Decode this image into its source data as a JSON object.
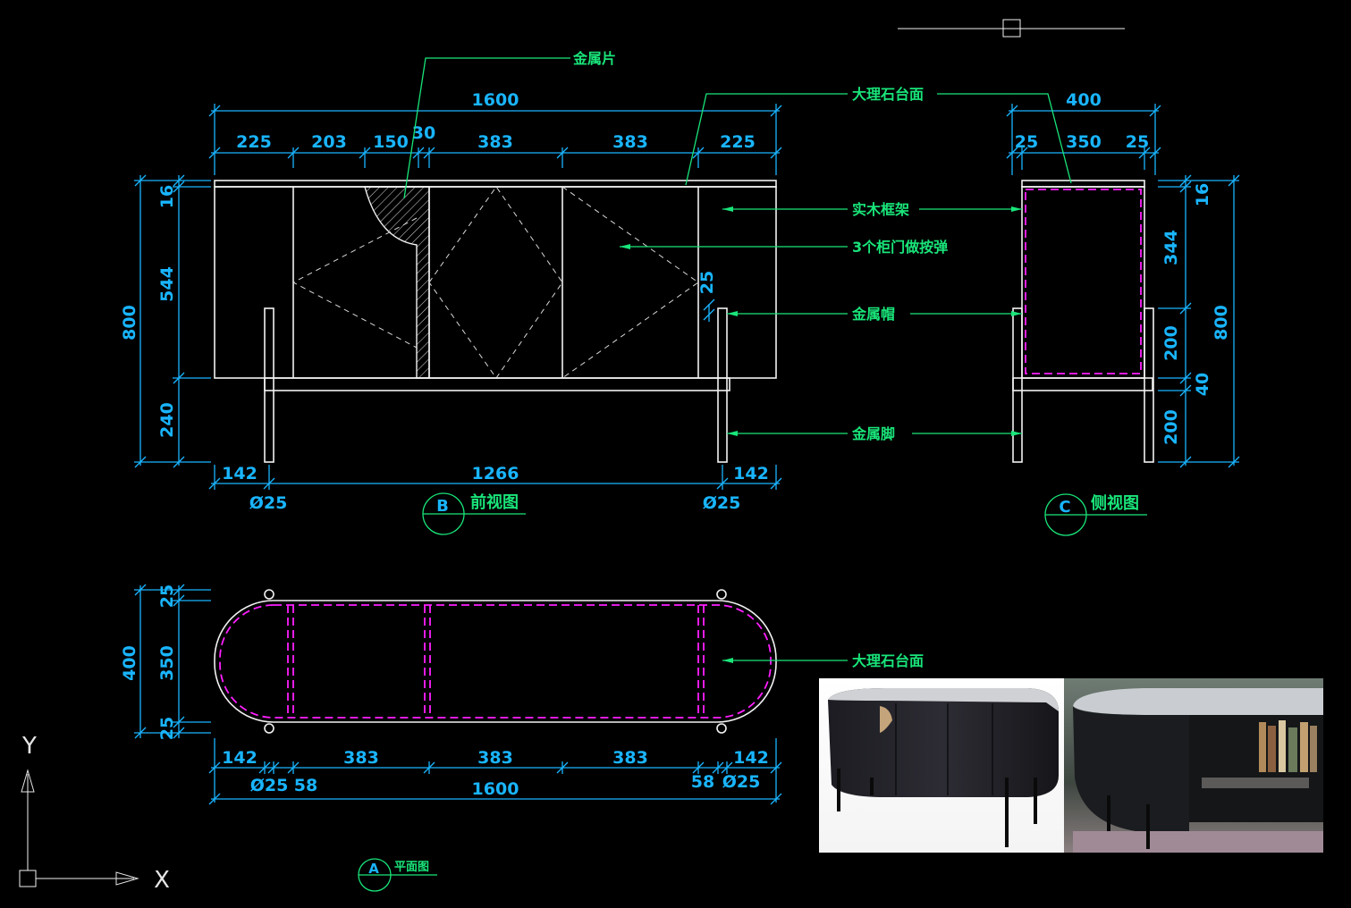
{
  "drawing": {
    "front_view": {
      "title": "前视图",
      "marker": "B",
      "top_total": "1600",
      "top_segments": [
        "225",
        "203",
        "150",
        "30",
        "383",
        "383",
        "225"
      ],
      "left_total": "800",
      "left_segments": [
        "16",
        "544",
        "240"
      ],
      "bottom_segments": [
        "142",
        "1266",
        "142"
      ],
      "leg_diameter_left": "Ø25",
      "leg_diameter_right": "Ø25",
      "inner_dim": "25"
    },
    "side_view": {
      "title": "侧视图",
      "marker": "C",
      "top_total": "400",
      "top_segments": [
        "25",
        "350",
        "25"
      ],
      "right_total": "800",
      "right_segments": [
        "16",
        "344",
        "200",
        "40",
        "200"
      ]
    },
    "plan_view": {
      "title": "平面图",
      "marker": "A",
      "left_total": "400",
      "left_segments": [
        "25",
        "350",
        "25"
      ],
      "bottom_segments": [
        "142",
        "383",
        "383",
        "383",
        "142"
      ],
      "bottom_row2": [
        "Ø25",
        "58",
        "58",
        "Ø25"
      ],
      "bottom_total": "1600"
    },
    "labels": {
      "metal_sheet": "金属片",
      "marble_top": "大理石台面",
      "wood_frame": "实木框架",
      "door_springs": "3个柜门做按弹",
      "metal_tube": "金属帽",
      "metal_leg": "金属脚",
      "marble_top_plan": "大理石台面"
    },
    "ucs": {
      "y_label": "Y",
      "x_label": "X"
    },
    "colors": {
      "background": "#000000",
      "dimension": "#19b5ff",
      "leader": "#19e57a",
      "outline": "#f2f2f2",
      "hidden_magenta": "#ff1fff"
    },
    "photos": [
      "sideboard-product-photo",
      "sideboard-interior-photo"
    ]
  }
}
